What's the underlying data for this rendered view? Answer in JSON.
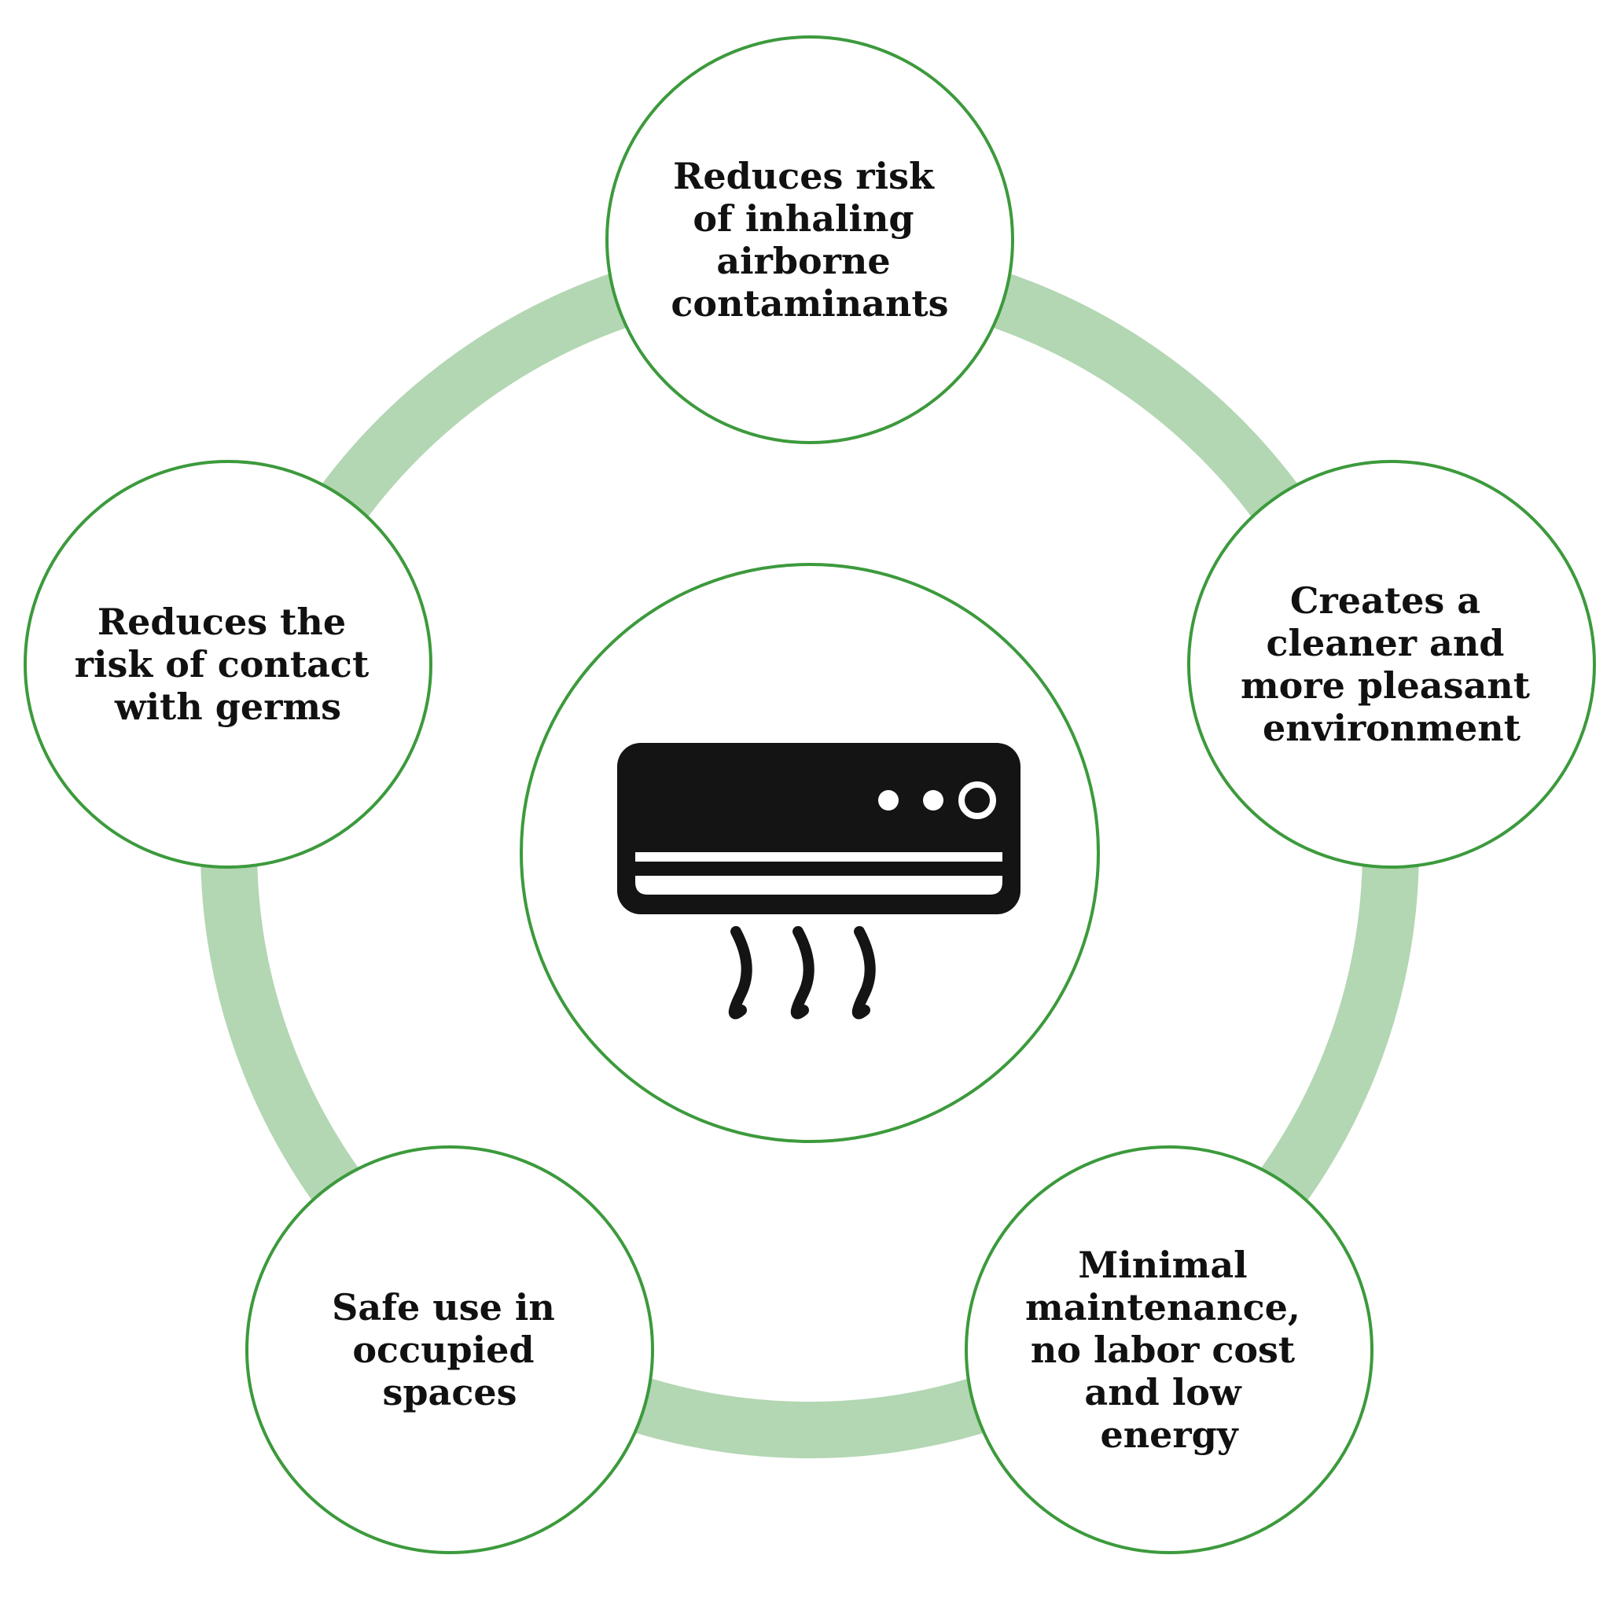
{
  "colors": {
    "ring": "#b3d6b3",
    "circle_stroke": "#3c9a3c",
    "circle_fill": "#ffffff",
    "icon": "#141414"
  },
  "center": {
    "icon": "air-conditioner-icon"
  },
  "benefits": [
    {
      "lines": [
        "Reduces risk",
        "of inhaling",
        "airborne",
        "contaminants"
      ]
    },
    {
      "lines": [
        "Creates a",
        "cleaner and",
        "more pleasant",
        "environment"
      ]
    },
    {
      "lines": [
        "Minimal",
        "maintenance,",
        "no labor cost",
        "and low",
        "energy"
      ]
    },
    {
      "lines": [
        "Safe use in",
        "occupied",
        "spaces"
      ]
    },
    {
      "lines": [
        "Reduces the",
        "risk of contact",
        "with germs"
      ]
    }
  ]
}
